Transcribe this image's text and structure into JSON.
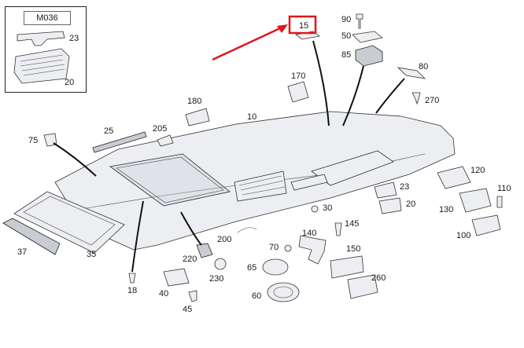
{
  "inset": {
    "title": "M036",
    "parts": [
      "23",
      "20"
    ]
  },
  "highlight": {
    "part": "15",
    "color": "#e0151b"
  },
  "labels": {
    "p90": "90",
    "p50": "50",
    "p85": "85",
    "p80": "80",
    "p270": "270",
    "p170": "170",
    "p180": "180",
    "p10": "10",
    "p25": "25",
    "p205": "205",
    "p75": "75",
    "p120": "120",
    "p110": "110",
    "p130": "130",
    "p100": "100",
    "p23": "23",
    "p20": "20",
    "p30": "30",
    "p145": "145",
    "p140": "140",
    "p150": "150",
    "p260": "260",
    "p70": "70",
    "p65": "65",
    "p60": "60",
    "p200": "200",
    "p220": "220",
    "p230": "230",
    "p37": "37",
    "p35": "35",
    "p18": "18",
    "p40": "40",
    "p45": "45"
  }
}
